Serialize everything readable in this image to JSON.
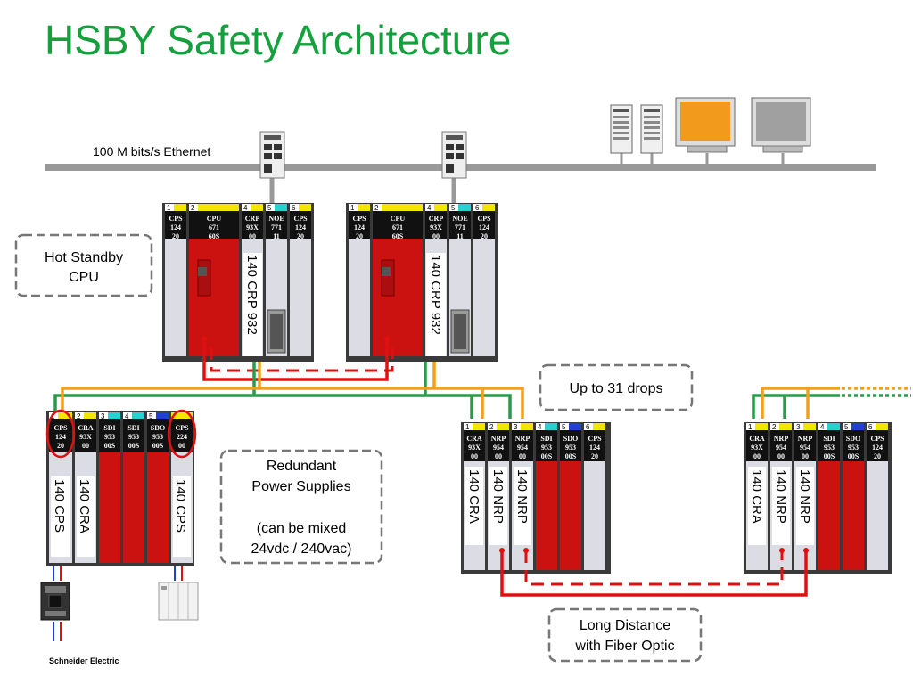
{
  "title": "HSBY Safety Architecture",
  "ethernet_label": "100 M bits/s Ethernet",
  "callouts": {
    "hot_standby": [
      "Hot Standby",
      "CPU"
    ],
    "drops": "Up to 31 drops",
    "redundant": [
      "Redundant",
      "Power Supplies",
      "",
      "(can be mixed",
      "24vdc / 240vac)"
    ],
    "fiber": [
      "Long Distance",
      "with Fiber Optic"
    ]
  },
  "racks": {
    "cpu_a": {
      "slots": [
        "1",
        "2",
        "4",
        "5",
        "6"
      ],
      "modules": [
        [
          "CPS",
          "124",
          "20"
        ],
        [
          "CPU",
          "671",
          "60S"
        ],
        [
          "CRP",
          "93X",
          "00"
        ],
        [
          "NOE",
          "771",
          "11"
        ],
        [
          "CPS",
          "124",
          "20"
        ]
      ],
      "vertical_label": "140 CRP 932"
    },
    "cpu_b": {
      "slots": [
        "1",
        "2",
        "4",
        "5",
        "6"
      ],
      "modules": [
        [
          "CPS",
          "124",
          "20"
        ],
        [
          "CPU",
          "671",
          "60S"
        ],
        [
          "CRP",
          "93X",
          "00"
        ],
        [
          "NOE",
          "771",
          "11"
        ],
        [
          "CPS",
          "124",
          "20"
        ]
      ],
      "vertical_label": "140 CRP 932"
    },
    "drop_left": {
      "slots": [
        "1",
        "2",
        "3",
        "4",
        "5"
      ],
      "modules": [
        [
          "CPS",
          "124",
          "20"
        ],
        [
          "CRA",
          "93X",
          "00"
        ],
        [
          "SDI",
          "953",
          "00S"
        ],
        [
          "SDI",
          "953",
          "00S"
        ],
        [
          "SDO",
          "953",
          "00S"
        ],
        [
          "CPS",
          "224",
          "00"
        ]
      ],
      "vertical_labels": [
        "140 CPS",
        "140 CRA",
        "140 CPS"
      ]
    },
    "drop_mid": {
      "slots": [
        "1",
        "2",
        "3",
        "4",
        "5",
        "6"
      ],
      "modules": [
        [
          "CRA",
          "93X",
          "00"
        ],
        [
          "NRP",
          "954",
          "00"
        ],
        [
          "NRP",
          "954",
          "00"
        ],
        [
          "SDI",
          "953",
          "00S"
        ],
        [
          "SDO",
          "953",
          "00S"
        ],
        [
          "CPS",
          "124",
          "20"
        ]
      ],
      "vertical_labels": [
        "140 CRA",
        "140 NRP",
        "140 NRP"
      ]
    },
    "drop_right": {
      "slots": [
        "1",
        "2",
        "3",
        "4",
        "5",
        "6"
      ],
      "modules": [
        [
          "CRA",
          "93X",
          "00"
        ],
        [
          "NRP",
          "954",
          "00"
        ],
        [
          "NRP",
          "954",
          "00"
        ],
        [
          "SDI",
          "953",
          "00S"
        ],
        [
          "SDO",
          "953",
          "00S"
        ],
        [
          "CPS",
          "124",
          "20"
        ]
      ],
      "vertical_labels": [
        "140 CRA",
        "140 NRP",
        "140 NRP"
      ]
    }
  },
  "footer": "Schneider Electric",
  "colors": {
    "title": "#14a03c",
    "ethernet": "#999999",
    "fiber": "#e01010",
    "green_cable": "#2a9a4a",
    "orange_cable": "#f0a020",
    "module_red": "#cc1111"
  }
}
